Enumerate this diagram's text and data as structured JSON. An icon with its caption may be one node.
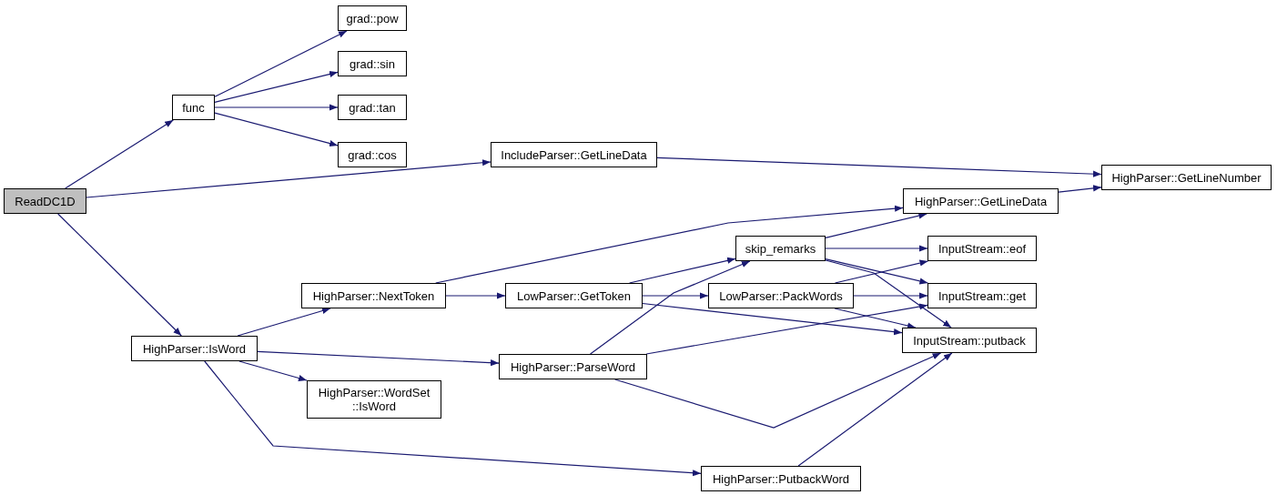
{
  "diagram": {
    "nodes": [
      {
        "text": [
          "ReadDC1D"
        ]
      },
      {
        "text": [
          "func"
        ]
      },
      {
        "text": [
          "grad::pow"
        ]
      },
      {
        "text": [
          "grad::sin"
        ]
      },
      {
        "text": [
          "grad::tan"
        ]
      },
      {
        "text": [
          "grad::cos"
        ]
      },
      {
        "text": [
          "IncludeParser::GetLineData"
        ]
      },
      {
        "text": [
          "HighParser::GetLineNumber"
        ]
      },
      {
        "text": [
          "HighParser::IsWord"
        ]
      },
      {
        "text": [
          "HighParser::NextToken"
        ]
      },
      {
        "text": [
          "HighParser::GetLineData"
        ]
      },
      {
        "text": [
          "LowParser::GetToken"
        ]
      },
      {
        "text": [
          "skip_remarks"
        ]
      },
      {
        "text": [
          "LowParser::PackWords"
        ]
      },
      {
        "text": [
          "InputStream::eof"
        ]
      },
      {
        "text": [
          "InputStream::get"
        ]
      },
      {
        "text": [
          "InputStream::putback"
        ]
      },
      {
        "text": [
          "HighParser::ParseWord"
        ]
      },
      {
        "text": [
          "HighParser::WordSet ::IsWord"
        ]
      },
      {
        "text": [
          "HighParser::PutbackWord"
        ]
      }
    ],
    "edges": [
      {
        "from": 0,
        "to": 1,
        "arrow": "to"
      },
      {
        "from": 0,
        "to": 6,
        "arrow": "to"
      },
      {
        "from": 0,
        "to": 8,
        "arrow": "to"
      },
      {
        "from": 1,
        "to": 2,
        "arrow": "to"
      },
      {
        "from": 1,
        "to": 3,
        "arrow": "to"
      },
      {
        "from": 1,
        "to": 4,
        "arrow": "to"
      },
      {
        "from": 1,
        "to": 5,
        "arrow": "to"
      },
      {
        "from": 6,
        "to": 7,
        "arrow": "to"
      },
      {
        "from": 8,
        "to": 9,
        "arrow": "to"
      },
      {
        "from": 8,
        "to": 17,
        "arrow": "to"
      },
      {
        "from": 8,
        "to": 18,
        "arrow": "to"
      },
      {
        "from": 8,
        "to": 19,
        "arrow": "to"
      },
      {
        "from": 9,
        "to": 10,
        "arrow": "to"
      },
      {
        "from": 9,
        "to": 11,
        "arrow": "to"
      },
      {
        "from": 10,
        "to": 7,
        "arrow": "to"
      },
      {
        "from": 11,
        "to": 12,
        "arrow": "to"
      },
      {
        "from": 11,
        "to": 13,
        "arrow": "to"
      },
      {
        "from": 11,
        "to": 16,
        "arrow": "to"
      },
      {
        "from": 12,
        "to": 10,
        "arrow": "to"
      },
      {
        "from": 12,
        "to": 14,
        "arrow": "to"
      },
      {
        "from": 12,
        "to": 15,
        "arrow": "to"
      },
      {
        "from": 12,
        "to": 16,
        "arrow": "to"
      },
      {
        "from": 13,
        "to": 14,
        "arrow": "to"
      },
      {
        "from": 13,
        "to": 15,
        "arrow": "to"
      },
      {
        "from": 13,
        "to": 16,
        "arrow": "to"
      },
      {
        "from": 17,
        "to": 12,
        "arrow": "to"
      },
      {
        "from": 17,
        "to": 15,
        "arrow": "to"
      },
      {
        "from": 17,
        "to": 16,
        "arrow": "to"
      },
      {
        "from": 19,
        "to": 16,
        "arrow": "to"
      }
    ]
  }
}
